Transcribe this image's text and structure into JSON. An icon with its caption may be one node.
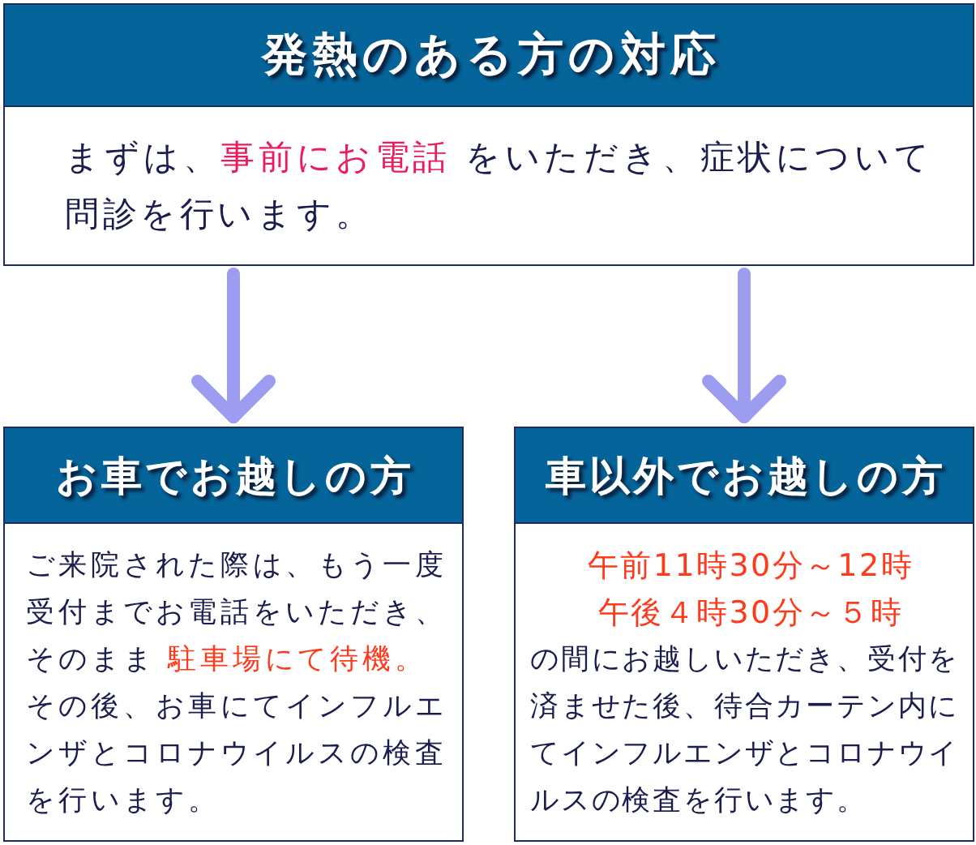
{
  "diagram": {
    "nodes": [
      {
        "text": [
          "発熱のある方の対応",
          "まずは、**事前にお電話** をいただき、症状について問診を行います。"
        ]
      },
      {
        "text": [
          "お車でお越しの方",
          "ご来院された際は、もう一度受付までお電話をいただき、そのまま **駐車場にて待機。**その後、お車にてインフルエンザとコロナウイルスの検査を行います。"
        ]
      },
      {
        "text": [
          "車以外でお越しの方",
          "午前11時30分～12時",
          "午後４時30分～５時",
          "の間にお越しいただき、受付を済ませた後、待合カーテン内にてインフルエンザとコロナウイルスの検査を行います。"
        ]
      }
    ],
    "edges": [
      {
        "from": 0,
        "to": 1,
        "arrow": "to"
      },
      {
        "from": 0,
        "to": 2,
        "arrow": "to"
      }
    ]
  }
}
